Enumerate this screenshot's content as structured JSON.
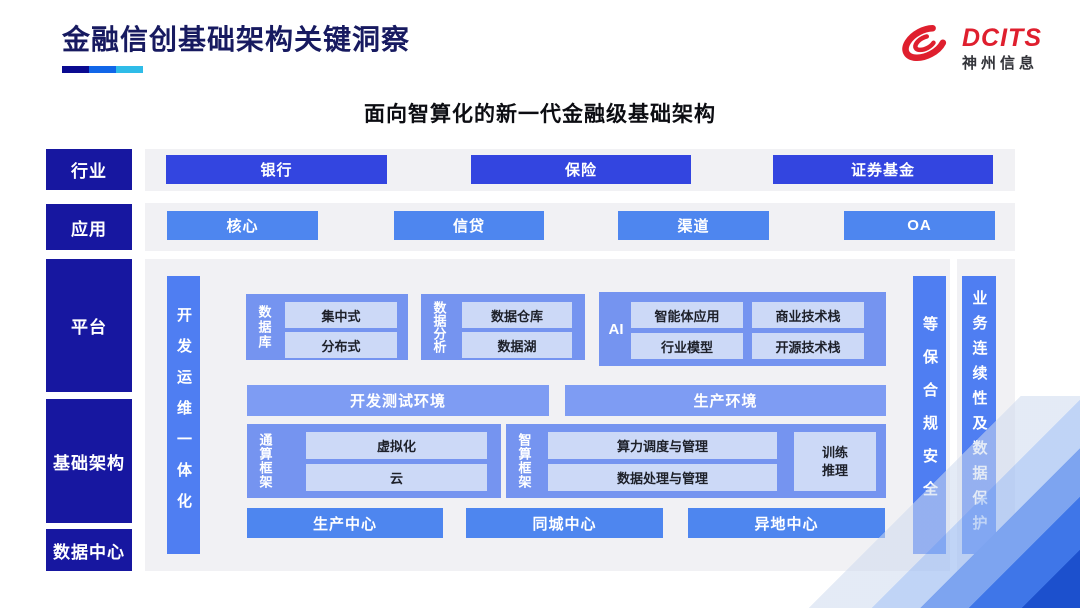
{
  "page": {
    "title": "金融信创基础架构关键洞察",
    "subtitle": "面向智算化的新一代金融级基础架构"
  },
  "logo": {
    "brand": "DCITS",
    "company": "神州信息"
  },
  "row_labels": [
    "行业",
    "应用",
    "平台",
    "基础架构",
    "数据中心"
  ],
  "industry": {
    "items": [
      "银行",
      "保险",
      "证券基金"
    ]
  },
  "application": {
    "items": [
      "核心",
      "信贷",
      "渠道",
      "OA"
    ]
  },
  "platform": {
    "devops_bar": "开发运维一体化",
    "database": {
      "label": "数据库",
      "items": [
        "集中式",
        "分布式"
      ]
    },
    "analytics": {
      "label": "数据分析",
      "items": [
        "数据仓库",
        "数据湖"
      ]
    },
    "ai": {
      "label": "AI",
      "items": [
        "智能体应用",
        "商业技术栈",
        "行业模型",
        "开源技术栈"
      ]
    },
    "environments": [
      "开发测试环境",
      "生产环境"
    ],
    "general_compute": {
      "label": "通算框架",
      "items": [
        "虚拟化",
        "云"
      ]
    },
    "intelligent_compute": {
      "label": "智算框架",
      "items": [
        "算力调度与管理",
        "数据处理与管理"
      ],
      "side_box": [
        "训练",
        "推理"
      ]
    },
    "centers": [
      "生产中心",
      "同城中心",
      "异地中心"
    ],
    "security_bar": "等保合规安全",
    "continuity_bar": "业务连续性及数据保护"
  },
  "colors": {
    "title_navy": "#171a60",
    "rail_navy": "#1717a0",
    "deep_button_blue": "#3345e0",
    "button_blue": "#4e86ef",
    "group_blue": "#7594f0",
    "env_blue": "#7e9cf3",
    "pillar_blue": "#4f7ef2",
    "chip_light_blue": "#ccd9f7",
    "panel_gray": "#f1f1f4",
    "logo_red": "#df1f2e",
    "underline_segments": [
      "#0a0a90",
      "#1166e8",
      "#2fbce8"
    ]
  }
}
